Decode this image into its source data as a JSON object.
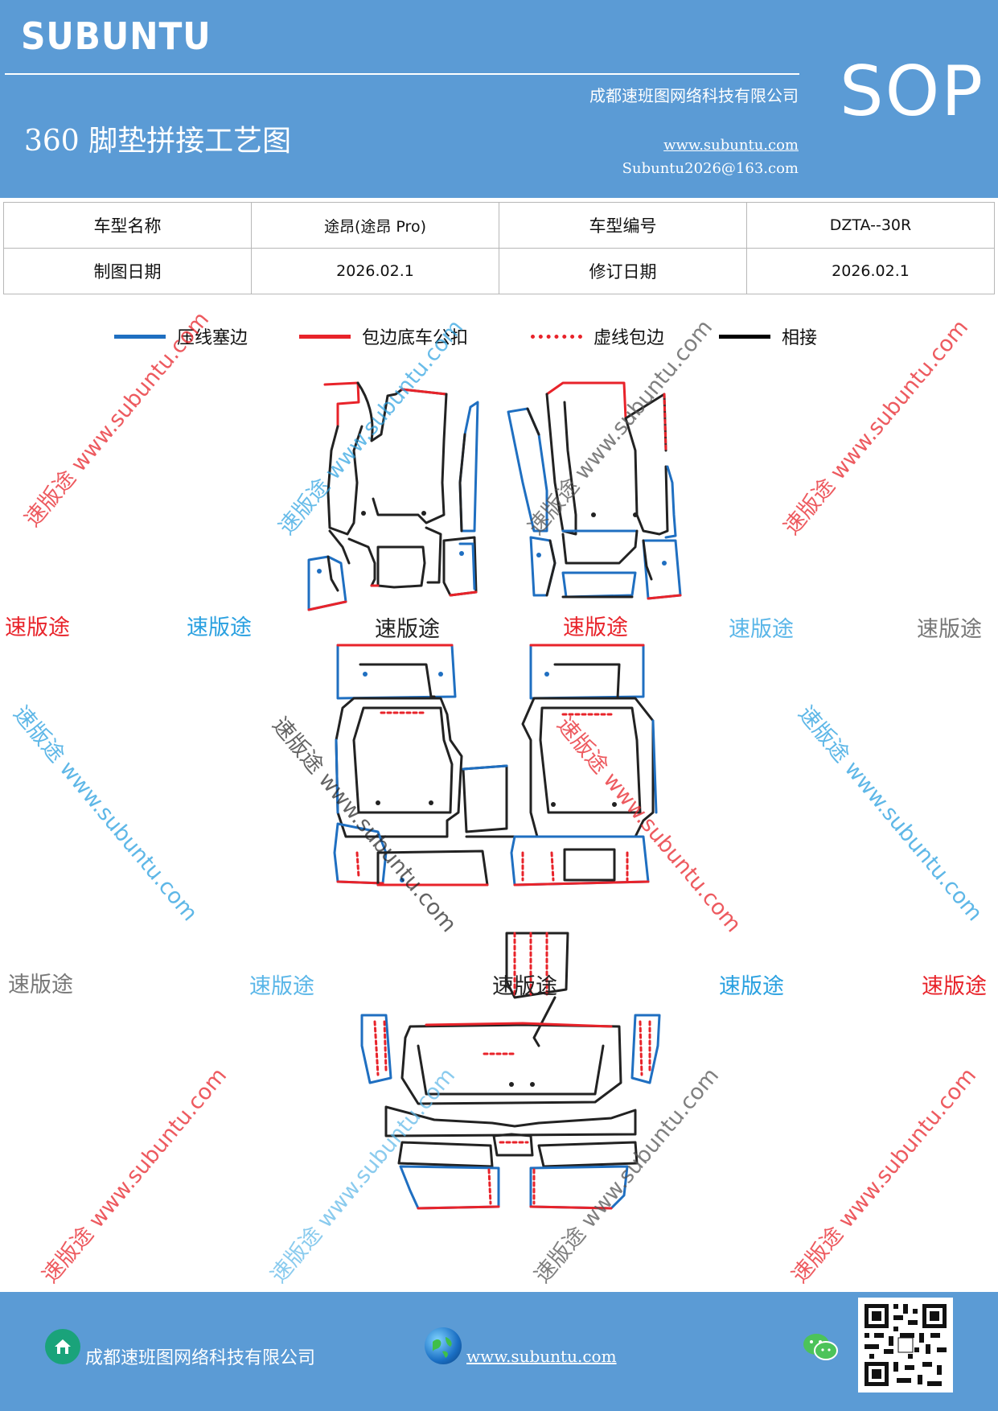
{
  "header": {
    "logo": "SUBUNTU",
    "doc_title": "360 脚垫拼接工艺图",
    "company": "成都速班图网络科技有限公司",
    "website": "www.subuntu.com",
    "email": "Subuntu2026@163.com",
    "badge": "SOP"
  },
  "info_table": {
    "row1": {
      "label1": "车型名称",
      "value1": "途昂(途昂 Pro)",
      "label2": "车型编号",
      "value2": "DZTA--30R"
    },
    "row2": {
      "label1": "制图日期",
      "value1": "2026.02.1",
      "label2": "修订日期",
      "value2": "2026.02.1"
    }
  },
  "legend": [
    {
      "label": "压线塞边",
      "color": "#1f6fc1",
      "style": "solid"
    },
    {
      "label": "包边底车公扣",
      "color": "#e8232a",
      "style": "solid"
    },
    {
      "label": "虚线包边",
      "color": "#e8232a",
      "style": "dotted"
    },
    {
      "label": "相接",
      "color": "#000000",
      "style": "solid"
    }
  ],
  "watermarks": {
    "brand": "速版途",
    "diagonal": "速版途 www.subuntu.com",
    "colors": {
      "red": "#e8232a",
      "blue": "#29a0e0",
      "gray": "#777777",
      "black": "#222222",
      "pale_blue": "#5ab6e8"
    }
  },
  "footer": {
    "company": "成都速班图网络科技有限公司",
    "website": "www.subuntu.com",
    "home_icon": "home-icon",
    "globe_icon": "globe-icon",
    "wechat_icon": "wechat-icon",
    "qr_icon": "qr-code-icon"
  }
}
